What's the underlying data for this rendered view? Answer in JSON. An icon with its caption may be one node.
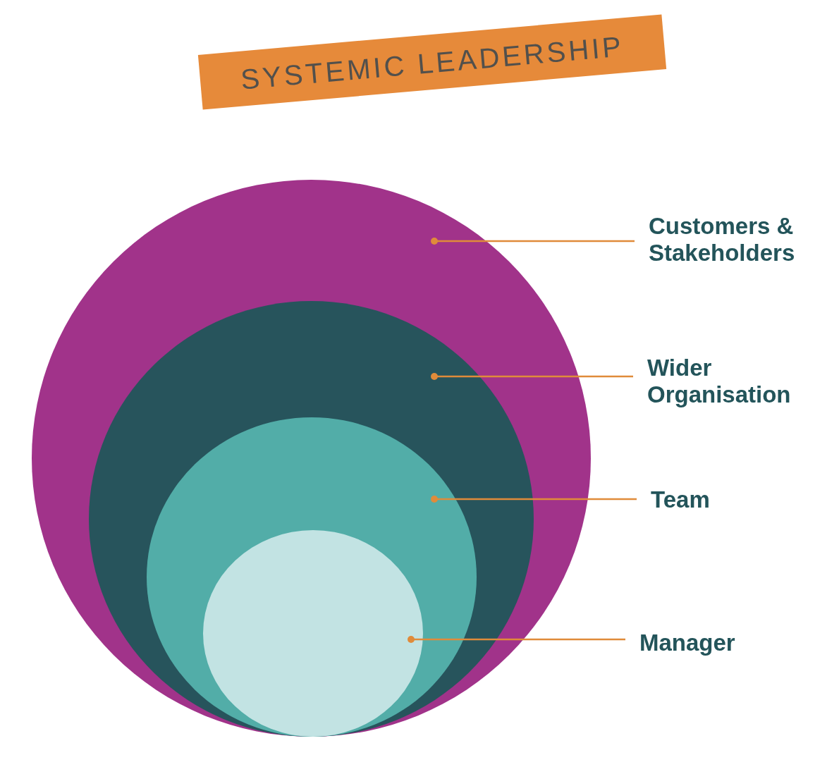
{
  "diagram": {
    "title": "SYSTEMIC LEADERSHIP",
    "nodes": [
      {
        "text": [],
        "shape": "circle"
      },
      {
        "text": [],
        "shape": "circle",
        "in": 0
      },
      {
        "text": [],
        "shape": "circle",
        "in": 1
      },
      {
        "text": [],
        "shape": "circle",
        "in": 2
      },
      {
        "text": [
          "Customers & Stakeholders"
        ]
      },
      {
        "text": [
          "Wider Organisation"
        ]
      },
      {
        "text": [
          "Team"
        ]
      },
      {
        "text": [
          "Manager"
        ]
      }
    ],
    "edges": [
      {
        "from": 4,
        "to": 0,
        "arrow": "other"
      },
      {
        "from": 5,
        "to": 1,
        "arrow": "other"
      },
      {
        "from": 6,
        "to": 2,
        "arrow": "other"
      },
      {
        "from": 7,
        "to": 3,
        "arrow": "other"
      }
    ]
  }
}
